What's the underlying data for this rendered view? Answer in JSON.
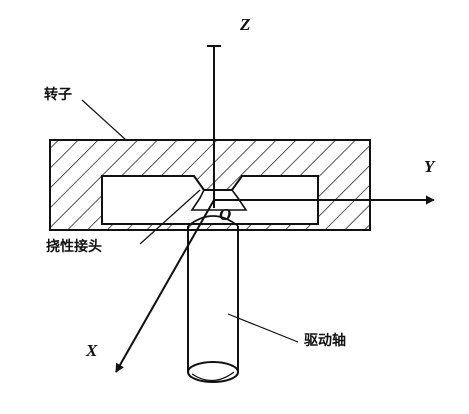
{
  "labels": {
    "rotor": "转子",
    "flexure": "挠性接头",
    "drive_shaft": "驱动轴"
  },
  "axes": {
    "z": "Z",
    "y": "Y",
    "x": "X",
    "origin": "O"
  },
  "colors": {
    "line": "#111111",
    "background": "#ffffff"
  }
}
